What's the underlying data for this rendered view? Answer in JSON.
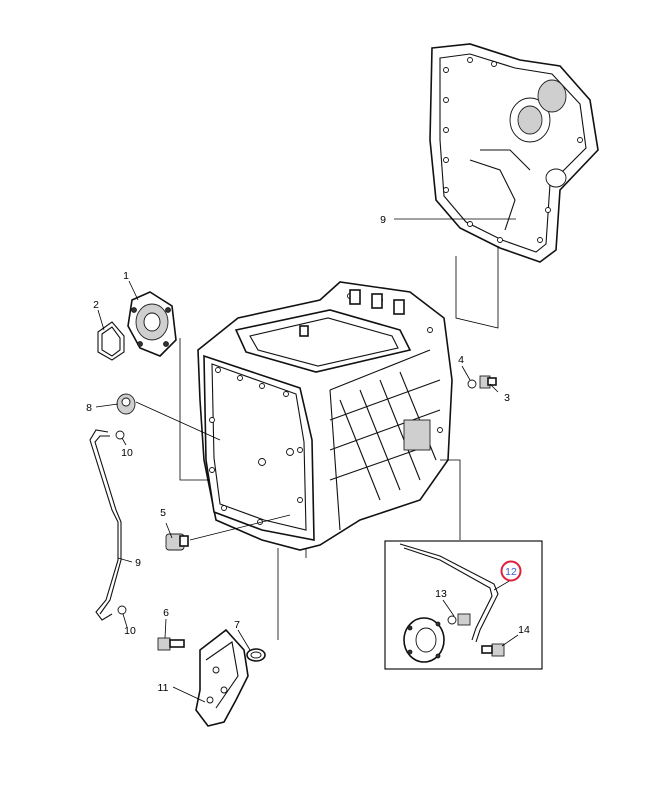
{
  "callouts": [
    {
      "id": "c1",
      "label": "1"
    },
    {
      "id": "c2",
      "label": "2"
    },
    {
      "id": "c3",
      "label": "3"
    },
    {
      "id": "c4",
      "label": "4"
    },
    {
      "id": "c5",
      "label": "5"
    },
    {
      "id": "c6",
      "label": "6"
    },
    {
      "id": "c7",
      "label": "7"
    },
    {
      "id": "c8",
      "label": "8"
    },
    {
      "id": "c9a",
      "label": "9"
    },
    {
      "id": "c9b",
      "label": "9"
    },
    {
      "id": "c10a",
      "label": "10"
    },
    {
      "id": "c10b",
      "label": "10"
    },
    {
      "id": "c11",
      "label": "11"
    },
    {
      "id": "c12",
      "label": "12"
    },
    {
      "id": "c13",
      "label": "13"
    },
    {
      "id": "c14",
      "label": "14"
    }
  ],
  "highlight": {
    "label": "12",
    "ring_color": "#e0203a",
    "text_color": "#3a5fd0"
  }
}
